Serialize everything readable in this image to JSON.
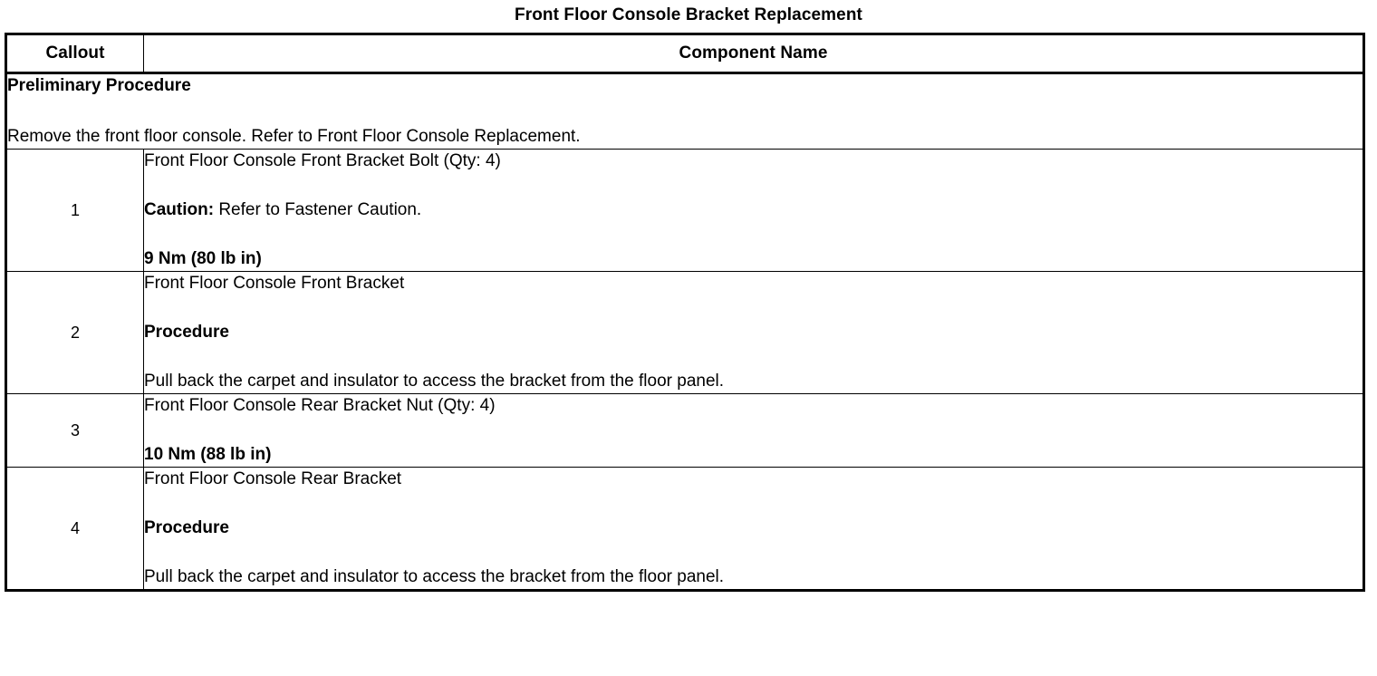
{
  "document": {
    "title": "Front Floor Console Bracket Replacement"
  },
  "table": {
    "headers": {
      "callout": "Callout",
      "component_name": "Component Name"
    },
    "preliminary": {
      "heading": "Preliminary Procedure",
      "text": "Remove the front floor console. Refer to Front Floor Console Replacement."
    },
    "rows": [
      {
        "callout": "1",
        "lines": [
          {
            "text": "Front Floor Console Front Bracket Bolt (Qty: 4)",
            "bold": false
          },
          {
            "bold_prefix": "Caution:",
            "text": " Refer to Fastener Caution.",
            "bold": false
          },
          {
            "text": "9 Nm (80 lb in)",
            "bold": true
          }
        ]
      },
      {
        "callout": "2",
        "lines": [
          {
            "text": "Front Floor Console Front Bracket",
            "bold": false
          },
          {
            "text": "Procedure",
            "bold": true
          },
          {
            "text": "Pull back the carpet and insulator to access the bracket from the floor panel.",
            "bold": false
          }
        ]
      },
      {
        "callout": "3",
        "lines": [
          {
            "text": "Front Floor Console Rear Bracket Nut (Qty: 4)",
            "bold": false
          },
          {
            "text": "10 Nm (88 lb in)",
            "bold": true
          }
        ]
      },
      {
        "callout": "4",
        "lines": [
          {
            "text": "Front Floor Console Rear Bracket",
            "bold": false
          },
          {
            "text": "Procedure",
            "bold": true
          },
          {
            "text": "Pull back the carpet and insulator to access the bracket from the floor panel.",
            "bold": false
          }
        ]
      }
    ]
  }
}
